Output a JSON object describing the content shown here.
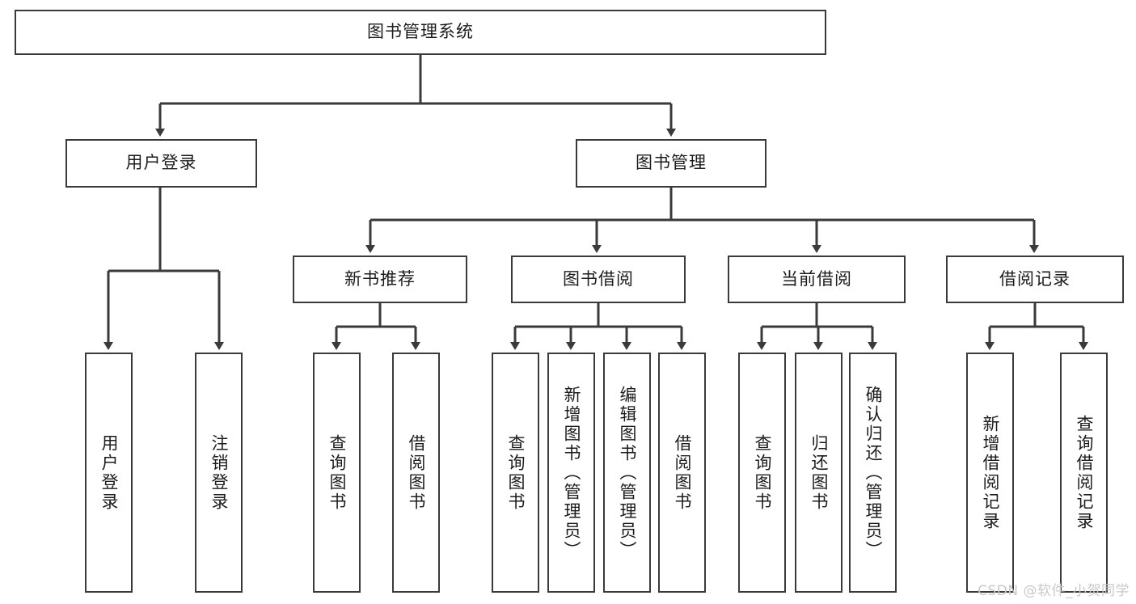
{
  "diagram": {
    "type": "tree",
    "title": "图书管理系统",
    "root": {
      "label": "图书管理系统"
    },
    "level2": [
      {
        "id": "user-login",
        "label": "用户登录"
      },
      {
        "id": "book-manage",
        "label": "图书管理"
      }
    ],
    "level3": [
      {
        "id": "new-book-recommend",
        "label": "新书推荐"
      },
      {
        "id": "book-borrow",
        "label": "图书借阅"
      },
      {
        "id": "current-borrow",
        "label": "当前借阅"
      },
      {
        "id": "borrow-record",
        "label": "借阅记录"
      }
    ],
    "leaves": {
      "user-login": [
        {
          "id": "leaf-user-login",
          "label": "用户登录"
        },
        {
          "id": "leaf-user-logout",
          "label": "注销登录"
        }
      ],
      "new-book-recommend": [
        {
          "id": "leaf-query-book-1",
          "label": "查询图书"
        },
        {
          "id": "leaf-borrow-book-1",
          "label": "借阅图书"
        }
      ],
      "book-borrow": [
        {
          "id": "leaf-query-book-2",
          "label": "查询图书"
        },
        {
          "id": "leaf-add-book",
          "label": "新增图书（管理员）"
        },
        {
          "id": "leaf-edit-book",
          "label": "编辑图书（管理员）"
        },
        {
          "id": "leaf-borrow-book-2",
          "label": "借阅图书"
        }
      ],
      "current-borrow": [
        {
          "id": "leaf-query-book-3",
          "label": "查询图书"
        },
        {
          "id": "leaf-return-book",
          "label": "归还图书"
        },
        {
          "id": "leaf-confirm-return",
          "label": "确认归还（管理员）"
        }
      ],
      "borrow-record": [
        {
          "id": "leaf-add-record",
          "label": "新增借阅记录"
        },
        {
          "id": "leaf-query-record",
          "label": "查询借阅记录"
        }
      ]
    }
  },
  "watermark": {
    "text": "CSDN @软件_小贺同学"
  },
  "colors": {
    "stroke": "#3a3a3a",
    "box_fill": "#ffffff",
    "text": "#1c1c1c",
    "watermark": "#c9c9c9",
    "background": "#ffffff"
  }
}
